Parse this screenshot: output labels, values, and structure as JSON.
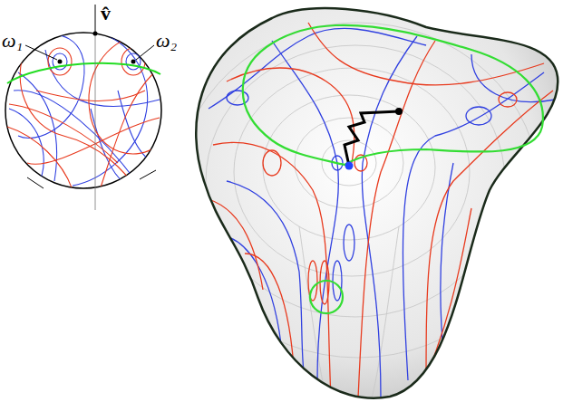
{
  "diagram": {
    "labels": [
      "ω₁",
      "ω₂",
      "v̂"
    ]
  }
}
